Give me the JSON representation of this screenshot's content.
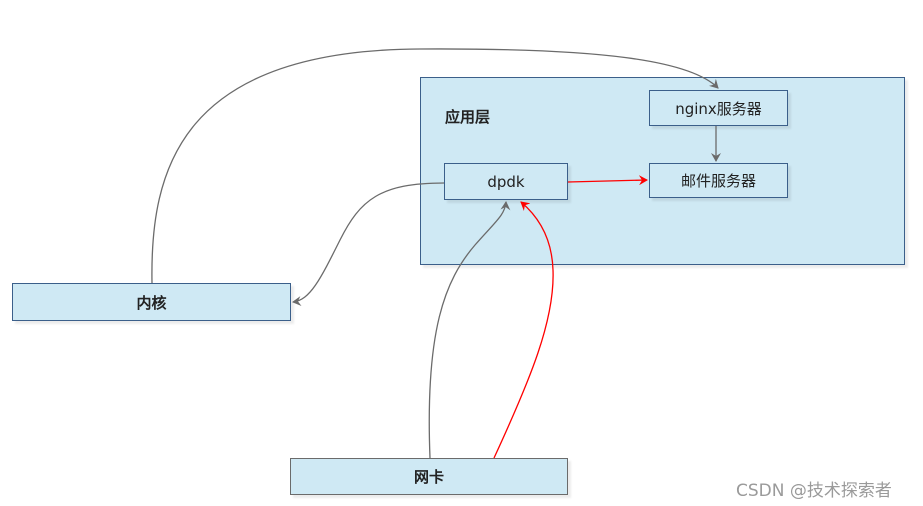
{
  "diagram": {
    "nodes": {
      "app_layer": {
        "label": "应用层"
      },
      "nginx": {
        "label": "nginx服务器"
      },
      "mail": {
        "label": "邮件服务器"
      },
      "dpdk": {
        "label": "dpdk"
      },
      "kernel": {
        "label": "内核"
      },
      "nic": {
        "label": "网卡"
      }
    },
    "edges": [
      {
        "from": "kernel",
        "to": "nginx",
        "color": "#6b6b6b"
      },
      {
        "from": "nginx",
        "to": "mail",
        "color": "#6b6b6b"
      },
      {
        "from": "dpdk",
        "to": "mail",
        "color": "#ff0000"
      },
      {
        "from": "dpdk",
        "to": "kernel",
        "color": "#6b6b6b"
      },
      {
        "from": "nic",
        "to": "dpdk",
        "color": "#6b6b6b"
      },
      {
        "from": "nic",
        "to": "dpdk",
        "color": "#ff0000"
      }
    ],
    "colors": {
      "box_fill": "#cfe9f4",
      "box_border": "#3b5f8a",
      "gray_edge": "#6b6b6b",
      "red_edge": "#ff0000"
    }
  },
  "watermark": "CSDN @技术探索者"
}
